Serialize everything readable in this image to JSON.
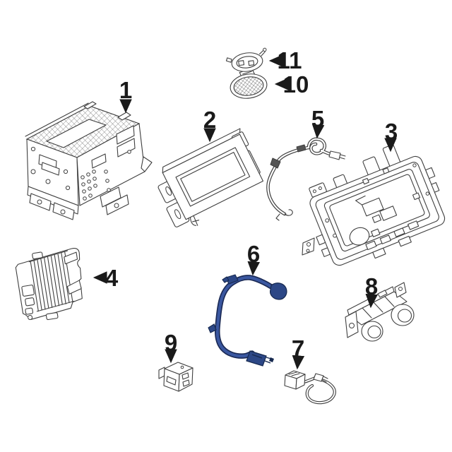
{
  "diagram": {
    "type": "exploded-parts-line-drawing",
    "background": "#ffffff",
    "colors": {
      "line": "#3f3f3f",
      "label": "#1a1a1a",
      "harness_blue": "#3a57a0",
      "harness_dark": "#1b2a55",
      "harness_fill": "#2c4786"
    },
    "callouts": [
      {
        "label": "1",
        "part": "radio-receiver-unit"
      },
      {
        "label": "2",
        "part": "display-screen-unit"
      },
      {
        "label": "3",
        "part": "mounting-bracket-frame"
      },
      {
        "label": "4",
        "part": "amplifier-module"
      },
      {
        "label": "5",
        "part": "antenna-cable"
      },
      {
        "label": "6",
        "part": "wiring-harness"
      },
      {
        "label": "7",
        "part": "jack-cable-assembly"
      },
      {
        "label": "8",
        "part": "control-knob-unit"
      },
      {
        "label": "9",
        "part": "interface-module"
      },
      {
        "label": "10",
        "part": "speaker-grille"
      },
      {
        "label": "11",
        "part": "speaker-retainer-ring"
      }
    ]
  }
}
